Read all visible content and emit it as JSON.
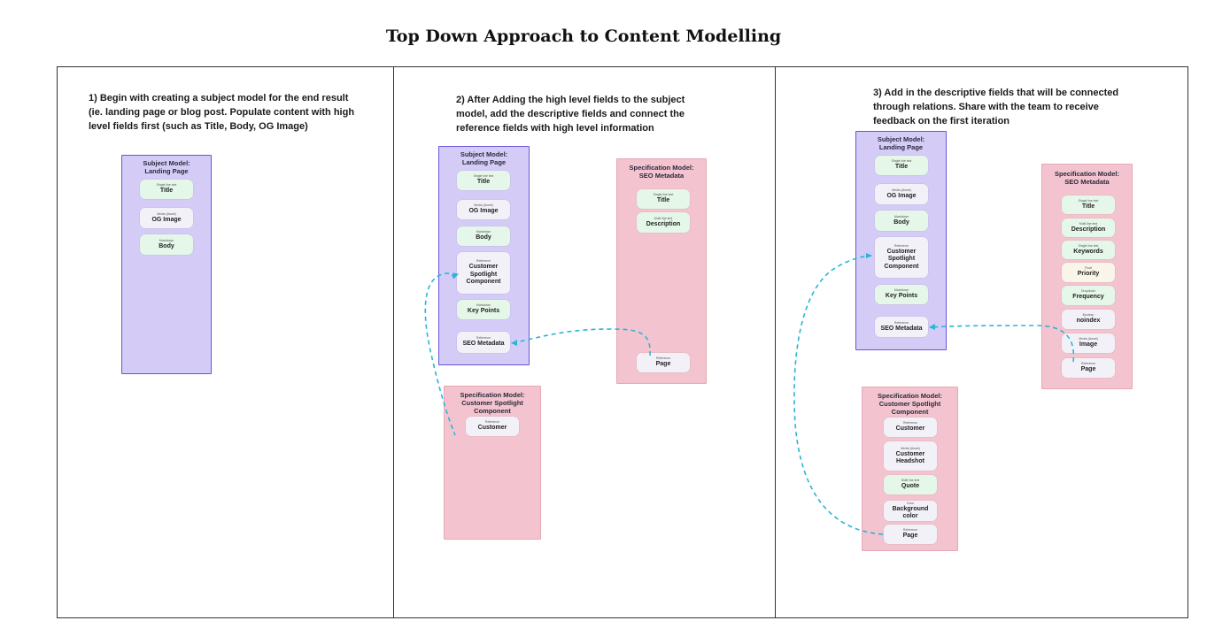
{
  "title": "Top Down Approach to Content Modelling",
  "steps": [
    "1) Begin with creating a subject model for the end result (ie. landing page or blog post. Populate content with high level fields first (such as Title, Body, OG Image)",
    "2) After Adding the high level fields to the subject model, add the descriptive fields and connect the reference fields with high level information",
    "3) Add in the descriptive fields that will be connected through relations. Share with the team to receive feedback on the first iteration"
  ],
  "colors": {
    "subject_fill": "#d4ccf7",
    "subject_border": "#6a55d8",
    "spec_fill": "#f3c4cf",
    "connector": "#29b6d6"
  },
  "panel1": {
    "subject": {
      "title": "Subject Model:\nLanding Page",
      "fields": [
        {
          "type": "Single line text",
          "name": "Title"
        },
        {
          "type": "Media (Asset)",
          "name": "OG Image"
        },
        {
          "type": "Markdown",
          "name": "Body"
        }
      ]
    }
  },
  "panel2": {
    "subject": {
      "title": "Subject Model:\nLanding Page",
      "fields": [
        {
          "type": "Single line text",
          "name": "Title"
        },
        {
          "type": "Media (Asset)",
          "name": "OG Image"
        },
        {
          "type": "Markdown",
          "name": "Body"
        },
        {
          "type": "Reference",
          "name": "Customer\nSpotlight\nComponent"
        },
        {
          "type": "Markdown",
          "name": "Key Points"
        },
        {
          "type": "Reference",
          "name": "SEO Metadata"
        }
      ]
    },
    "seo": {
      "title": "Specification Model:\nSEO Metadata",
      "fields": [
        {
          "type": "Single line text",
          "name": "Title"
        },
        {
          "type": "Multi line text",
          "name": "Description"
        },
        {
          "type": "Reference",
          "name": "Page"
        }
      ]
    },
    "spotlight": {
      "title": "Specification Model:\nCustomer Spotlight\nComponent",
      "fields": [
        {
          "type": "Reference",
          "name": "Customer"
        }
      ]
    }
  },
  "panel3": {
    "subject": {
      "title": "Subject Model:\nLanding Page",
      "fields": [
        {
          "type": "Single line text",
          "name": "Title"
        },
        {
          "type": "Media (Asset)",
          "name": "OG Image"
        },
        {
          "type": "Markdown",
          "name": "Body"
        },
        {
          "type": "Reference",
          "name": "Customer\nSpotlight\nComponent"
        },
        {
          "type": "Markdown",
          "name": "Key Points"
        },
        {
          "type": "Reference",
          "name": "SEO Metadata"
        }
      ]
    },
    "seo": {
      "title": "Specification Model:\nSEO Metadata",
      "fields": [
        {
          "type": "Single line text",
          "name": "Title"
        },
        {
          "type": "Multi line text",
          "name": "Description"
        },
        {
          "type": "Single line text",
          "name": "Keywords"
        },
        {
          "type": "Float",
          "name": "Priority"
        },
        {
          "type": "Dropdown",
          "name": "Frequency"
        },
        {
          "type": "Boolean",
          "name": "noindex"
        },
        {
          "type": "Media (Asset)",
          "name": "Image"
        },
        {
          "type": "Reference",
          "name": "Page"
        }
      ]
    },
    "spotlight": {
      "title": "Specification Model:\nCustomer Spotlight\nComponent",
      "fields": [
        {
          "type": "Reference",
          "name": "Customer"
        },
        {
          "type": "Media (Asset)",
          "name": "Customer\nHeadshot"
        },
        {
          "type": "Multi line text",
          "name": "Quote"
        },
        {
          "type": "Color",
          "name": "Background\ncolor"
        },
        {
          "type": "Reference",
          "name": "Page"
        }
      ]
    }
  }
}
